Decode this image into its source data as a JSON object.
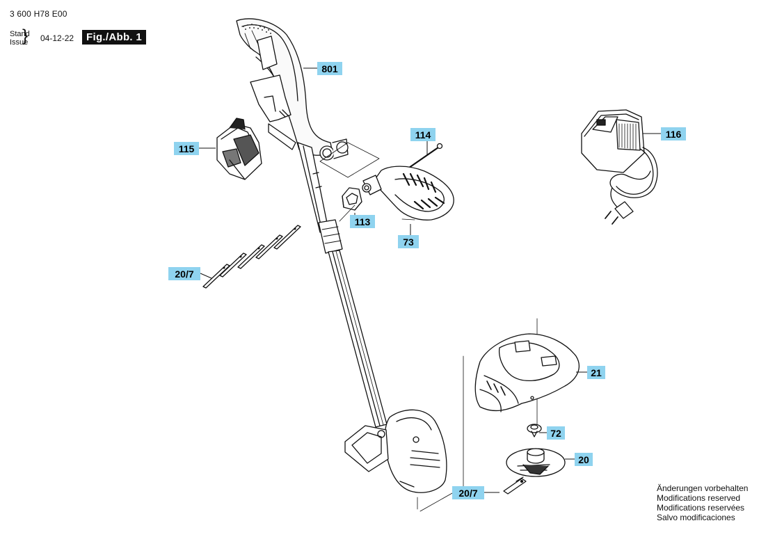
{
  "header": {
    "doc_number": "3 600 H78 E00",
    "stand_label": "Stand",
    "issue_label": "Issue",
    "issue_date": "04-12-22",
    "figure_label": "Fig./Abb. 1"
  },
  "callouts": {
    "c801": "801",
    "c115": "115",
    "c114": "114",
    "c116": "116",
    "c113": "113",
    "c73": "73",
    "c20_7_top": "20/7",
    "c21": "21",
    "c72": "72",
    "c20": "20",
    "c20_7_bottom": "20/7"
  },
  "disclaimer": {
    "line1": "Änderungen vorbehalten",
    "line2": "Modifications reserved",
    "line3": "Modifications reservées",
    "line4": "Salvo modificaciones"
  },
  "colors": {
    "callout_fill": "#8fd3ef",
    "figure_label_fill": "#111111",
    "line_art": "#111111"
  }
}
